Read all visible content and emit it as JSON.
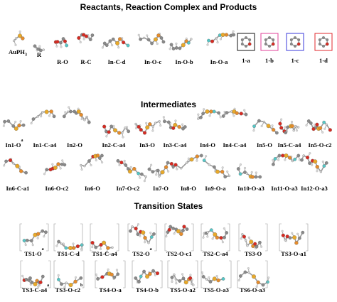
{
  "sections": {
    "reactants": "Reactants, Reaction Complex and Products",
    "intermediates": "Intermediates",
    "transition_states": "Transition States"
  },
  "colors": {
    "box_1a": "#111111",
    "box_1b": "#e0409a",
    "box_1c": "#3a3adb",
    "box_1d": "#e0282d",
    "carbon": "#8a8a8a",
    "oxygen": "#d62b22",
    "gold": "#e8a92a",
    "phosphorus": "#e58c2c",
    "hydrogen": "#d8d8d8",
    "fluorine": "#55c7c7"
  },
  "row1": [
    {
      "label": "AuPH",
      "sub": "3"
    },
    {
      "label": "R"
    },
    {
      "label": "R-O"
    },
    {
      "label": "R-C"
    },
    {
      "label": "In-C-d"
    },
    {
      "label": "In-O-c"
    },
    {
      "label": "In-O-b"
    },
    {
      "label": "In-O-a"
    },
    {
      "label": "1-a"
    },
    {
      "label": "1-b"
    },
    {
      "label": "1-c"
    },
    {
      "label": "1-d"
    }
  ],
  "row2": [
    {
      "label": "In1-O",
      "sup": "a"
    },
    {
      "label": "In1-C-a4"
    },
    {
      "label": "In2-O"
    },
    {
      "label": "In2-C-a4"
    },
    {
      "label": "In3-O"
    },
    {
      "label": "In3-C-a4"
    },
    {
      "label": "In4-O"
    },
    {
      "label": "In4-C-a4"
    },
    {
      "label": "In5-O"
    },
    {
      "label": "In5-C-a4"
    },
    {
      "label": "In5-O-c2"
    }
  ],
  "row3": [
    {
      "label": "In6-C-a1"
    },
    {
      "label": "In6-O-c2"
    },
    {
      "label": "In6-O"
    },
    {
      "label": "In7-O-c2"
    },
    {
      "label": "In7-O"
    },
    {
      "label": "In8-O"
    },
    {
      "label": "In9-O-a"
    },
    {
      "label": "In10-O-a3"
    },
    {
      "label": "In11-O-a3"
    },
    {
      "label": "In12-O-a3"
    }
  ],
  "row4": [
    {
      "label": "TS1-O",
      "sup": "a"
    },
    {
      "label": "TS1-C-d"
    },
    {
      "label": "TS1-C-a4"
    },
    {
      "label": "TS2-O",
      "sup": "a"
    },
    {
      "label": "TS2-O-c1"
    },
    {
      "label": "TS2-C-a4"
    },
    {
      "label": "TS3-O"
    },
    {
      "label": "TS3-O-a1"
    }
  ],
  "row5": [
    {
      "label": "TS3-C-a4",
      "sup": "a"
    },
    {
      "label": "TS3-O-c2",
      "sup": "b"
    },
    {
      "label": "TS4-O-a"
    },
    {
      "label": "TS4-O-b"
    },
    {
      "label": "TS5-O-a2"
    },
    {
      "label": "TS5-O-a3"
    },
    {
      "label": "TS6-O-a3"
    }
  ]
}
